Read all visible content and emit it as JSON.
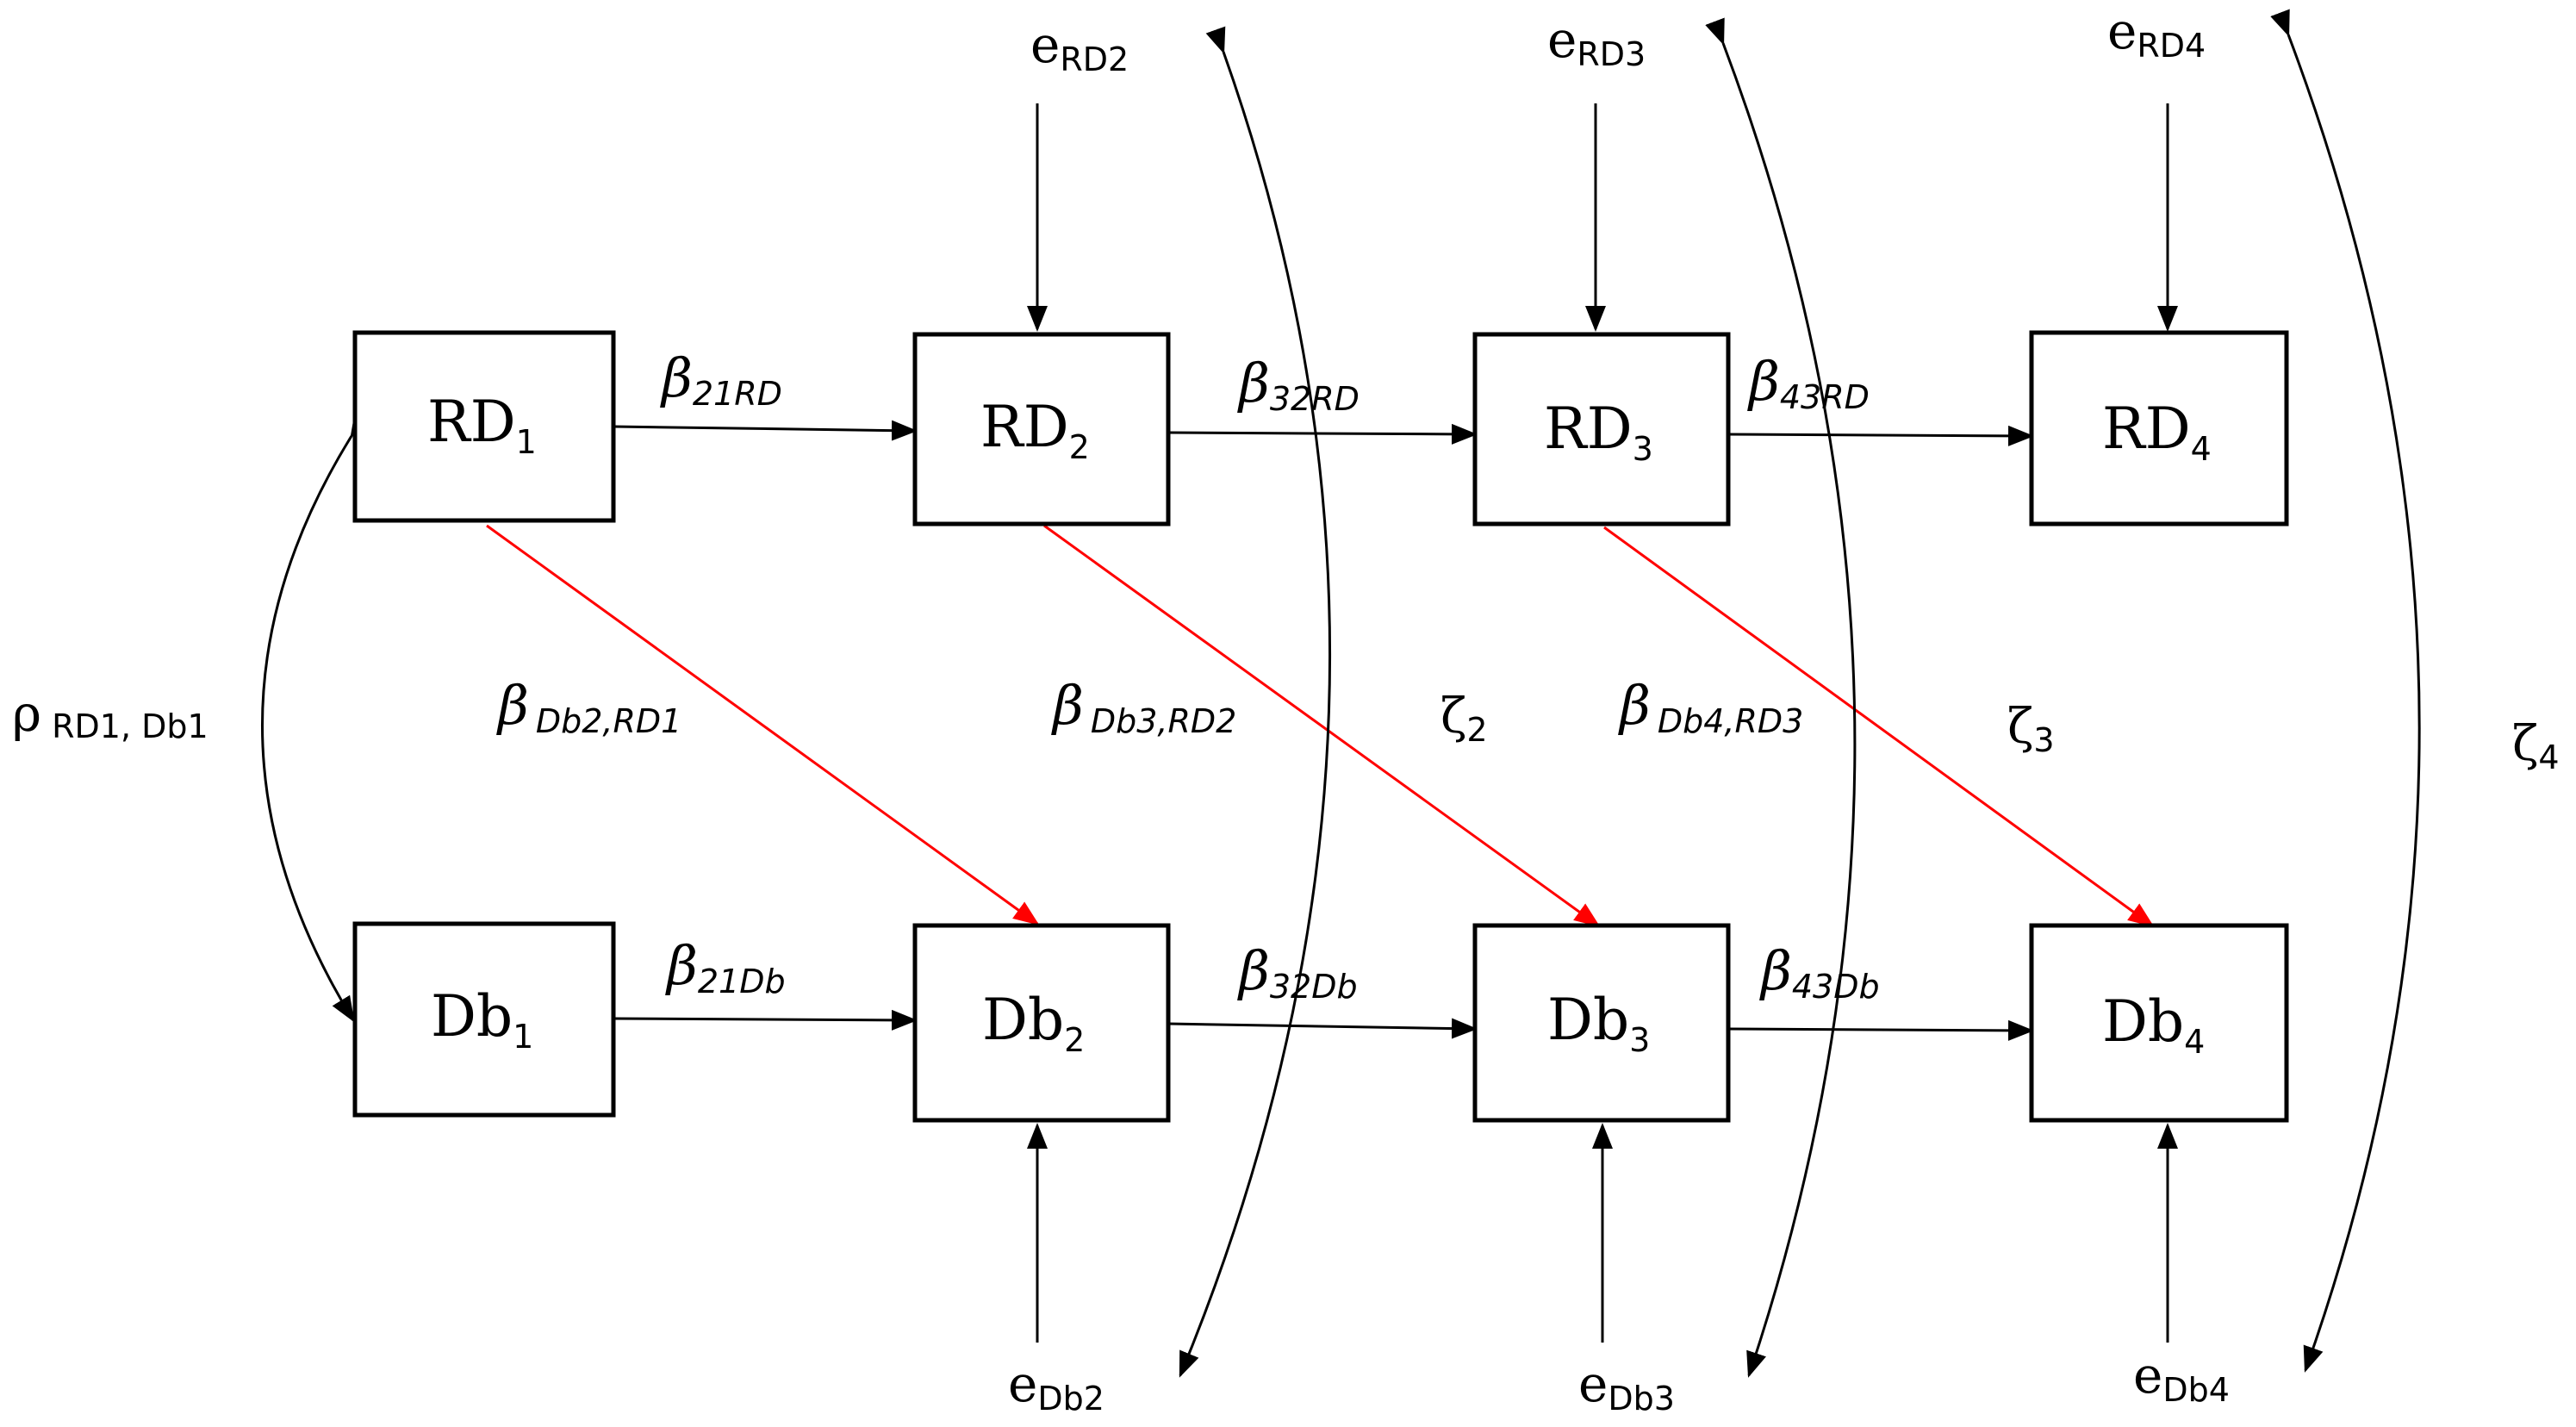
{
  "colors": {
    "line": "#000000",
    "cross_lag": "#ff0000"
  },
  "nodes": {
    "rd1": {
      "base": "RD",
      "sub": "1"
    },
    "rd2": {
      "base": "RD",
      "sub": "2"
    },
    "rd3": {
      "base": "RD",
      "sub": "3"
    },
    "rd4": {
      "base": "RD",
      "sub": "4"
    },
    "db1": {
      "base": "Db",
      "sub": "1"
    },
    "db2": {
      "base": "Db",
      "sub": "2"
    },
    "db3": {
      "base": "Db",
      "sub": "3"
    },
    "db4": {
      "base": "Db",
      "sub": "4"
    }
  },
  "paths": {
    "b21rd": {
      "base": "β",
      "sub": "21RD"
    },
    "b32rd": {
      "base": "β",
      "sub": "32RD"
    },
    "b43rd": {
      "base": "β",
      "sub": "43RD"
    },
    "b21db": {
      "base": "β",
      "sub": "21Db"
    },
    "b32db": {
      "base": "β",
      "sub": "32Db"
    },
    "b43db": {
      "base": "β",
      "sub": "43Db"
    },
    "bdb2rd1": {
      "base": "β",
      "sub": "Db2,RD1"
    },
    "bdb3rd2": {
      "base": "β",
      "sub": "Db3,RD2"
    },
    "bdb4rd3": {
      "base": "β",
      "sub": "Db4,RD3"
    }
  },
  "errors": {
    "erd2": {
      "base": "e",
      "sub": "RD2"
    },
    "erd3": {
      "base": "e",
      "sub": "RD3"
    },
    "erd4": {
      "base": "e",
      "sub": "RD4"
    },
    "edb2": {
      "base": "e",
      "sub": "Db2"
    },
    "edb3": {
      "base": "e",
      "sub": "Db3"
    },
    "edb4": {
      "base": "e",
      "sub": "Db4"
    }
  },
  "correlation": {
    "base": "ρ",
    "sub": "RD1, Db1"
  },
  "zetas": {
    "z2": {
      "base": "ζ",
      "sub": "2"
    },
    "z3": {
      "base": "ζ",
      "sub": "3"
    },
    "z4": {
      "base": "ζ",
      "sub": "4"
    }
  }
}
